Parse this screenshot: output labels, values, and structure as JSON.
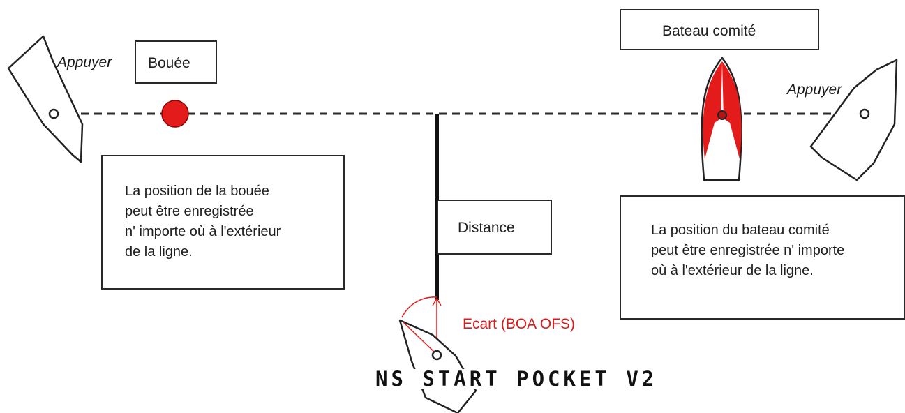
{
  "labels": {
    "appuyer_left": "Appuyer",
    "appuyer_right": "Appuyer",
    "bouee": "Bouée",
    "bateau_comite": "Bateau comité",
    "distance": "Distance",
    "ecart": "Ecart (BOA OFS)"
  },
  "notes": {
    "bouee_lines": [
      "La position de la bouée",
      "peut être enregistrée",
      "n' importe où à l'extérieur",
      "de la ligne."
    ],
    "bateau_lines": [
      "La position du bateau comité",
      "peut être enregistrée n' importe",
      "où à l'extérieur de la ligne."
    ]
  },
  "brand": "NS START POCKET V2",
  "colors": {
    "accent_red": "#e31b1b",
    "line": "#222222"
  }
}
